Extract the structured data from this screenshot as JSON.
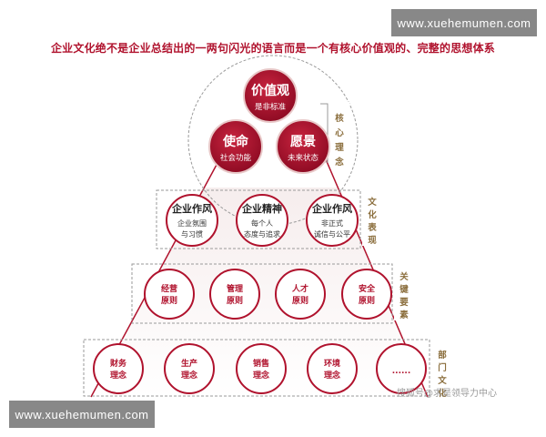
{
  "watermark": "www.xuehemumen.com",
  "title": "企业文化绝不是企业总结出的一两句闪光的语言而是一个有核心价值观的、完整的思想体系",
  "credit": "搜狐号@求是领导力中心",
  "core": {
    "label": [
      "核",
      "心",
      "理",
      "念"
    ],
    "values": {
      "name": "价值观",
      "sub": "是非标准"
    },
    "mission": {
      "name": "使命",
      "sub": "社会功能"
    },
    "vision": {
      "name": "愿景",
      "sub": "未来状态"
    }
  },
  "culture": {
    "label": [
      "文",
      "化",
      "表",
      "现"
    ],
    "items": [
      {
        "name": "企业作风",
        "sub1": "企业氛围",
        "sub2": "与习惯"
      },
      {
        "name": "企业精神",
        "sub1": "每个人",
        "sub2": "态度与追求"
      },
      {
        "name": "企业作风",
        "sub1": "非正式",
        "sub2": "诚信与公平"
      }
    ]
  },
  "key": {
    "label": [
      "关",
      "键",
      "要",
      "素"
    ],
    "items": [
      {
        "line1": "经营",
        "line2": "原则"
      },
      {
        "line1": "管理",
        "line2": "原则"
      },
      {
        "line1": "人才",
        "line2": "原则"
      },
      {
        "line1": "安全",
        "line2": "原则"
      }
    ]
  },
  "dept": {
    "label": [
      "部",
      "门",
      "文",
      "化"
    ],
    "items": [
      {
        "line1": "财务",
        "line2": "理念"
      },
      {
        "line1": "生产",
        "line2": "理念"
      },
      {
        "line1": "销售",
        "line2": "理念"
      },
      {
        "line1": "环境",
        "line2": "理念"
      },
      {
        "line1": "......",
        "line2": ""
      }
    ]
  },
  "colors": {
    "accent": "#b0122d",
    "gold": "#8a6d3b",
    "connector": "#b0122d"
  }
}
